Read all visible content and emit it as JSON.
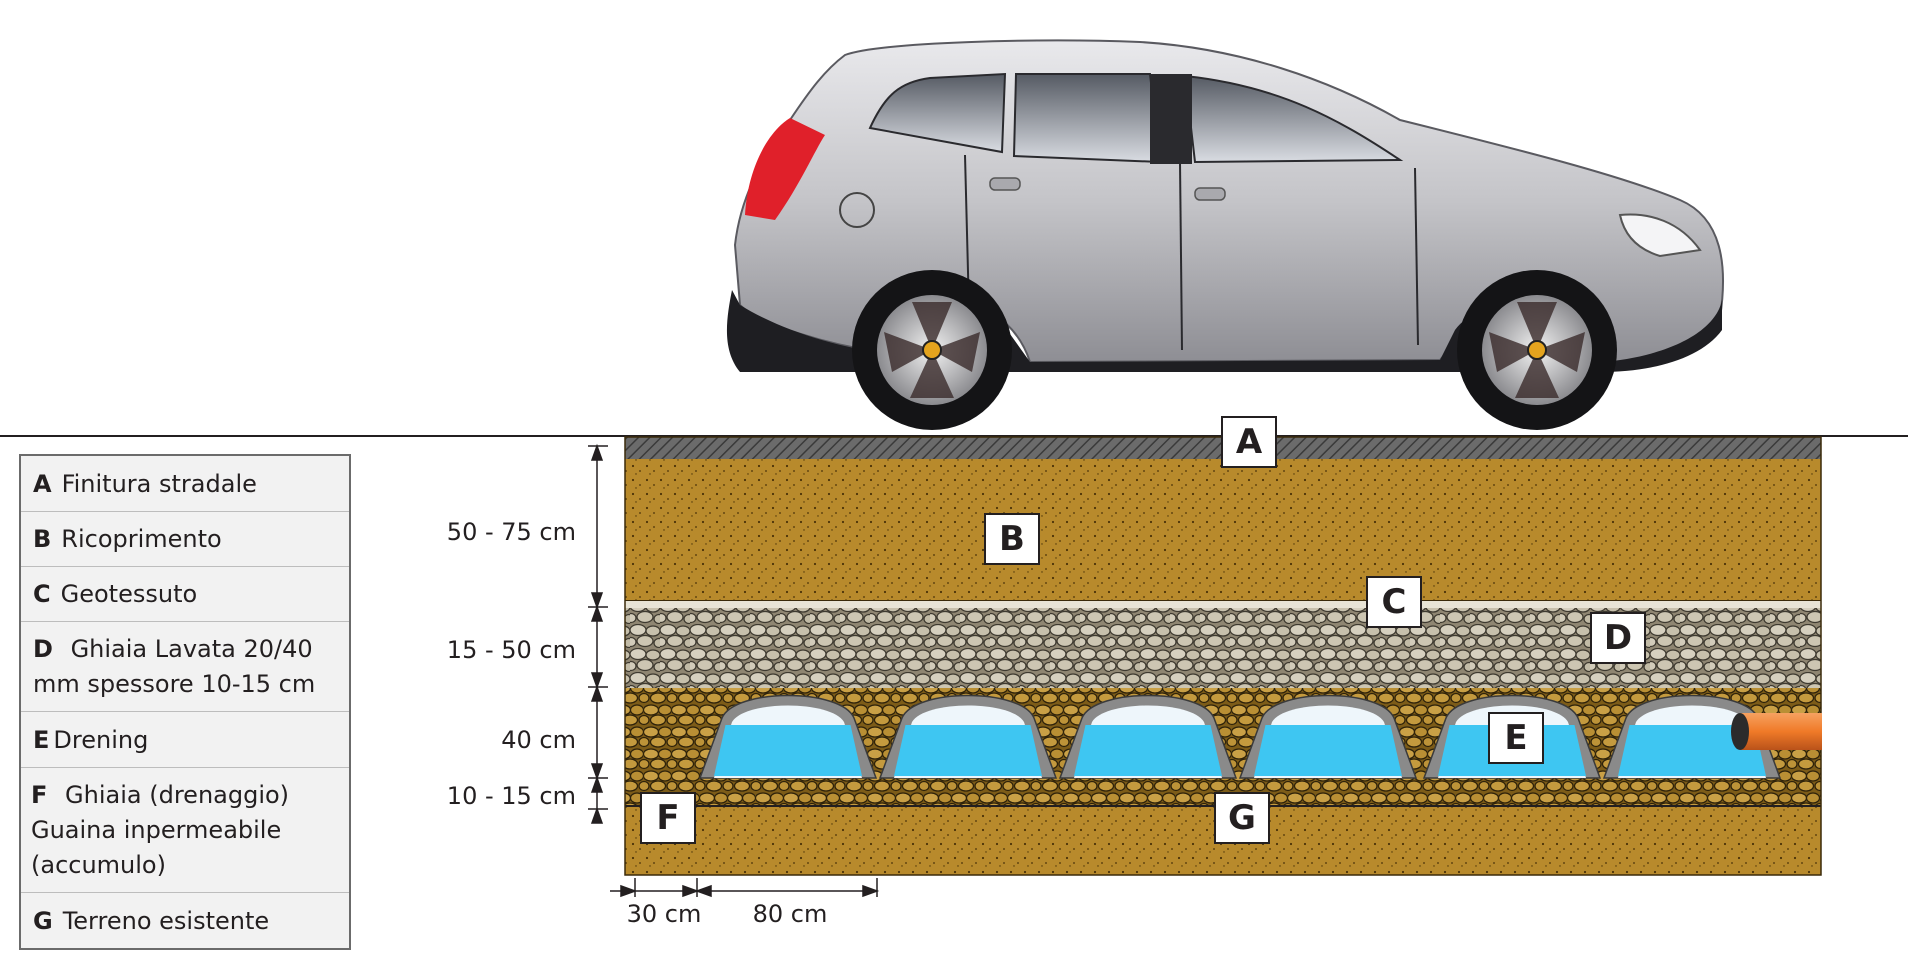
{
  "legend": [
    {
      "letter": "A",
      "text": "Finitura stradale"
    },
    {
      "letter": "B",
      "text": "Ricoprimento"
    },
    {
      "letter": "C",
      "text": "Geotessuto"
    },
    {
      "letter": "D",
      "text": "Ghiaia Lavata 20/40 mm spessore 10-15 cm"
    },
    {
      "letter": "E",
      "text": "Drening"
    },
    {
      "letter": "F",
      "text": "Ghiaia (drenaggio) Guaina inpermeabile (accumulo)"
    },
    {
      "letter": "G",
      "text": "Terreno esistente"
    }
  ],
  "labels": {
    "a": "A",
    "b": "B",
    "c": "C",
    "d": "D",
    "e": "E",
    "f": "F",
    "g": "G"
  },
  "dimensions": {
    "cover": "50 - 75 cm",
    "gravel": "15 - 50 cm",
    "drening": "40 cm",
    "base": "10 - 15 cm",
    "edge": "30 cm",
    "spacing": "80 cm"
  },
  "colors": {
    "soil": "#b88a2c",
    "soil_dark": "#8c6416",
    "gravel": "#cfc9b8",
    "water": "#3ec6f2",
    "dome": "#8a8a8a",
    "pipe": "#f07a28",
    "car_body": "#c8c8cc",
    "taillight": "#e0202a"
  }
}
